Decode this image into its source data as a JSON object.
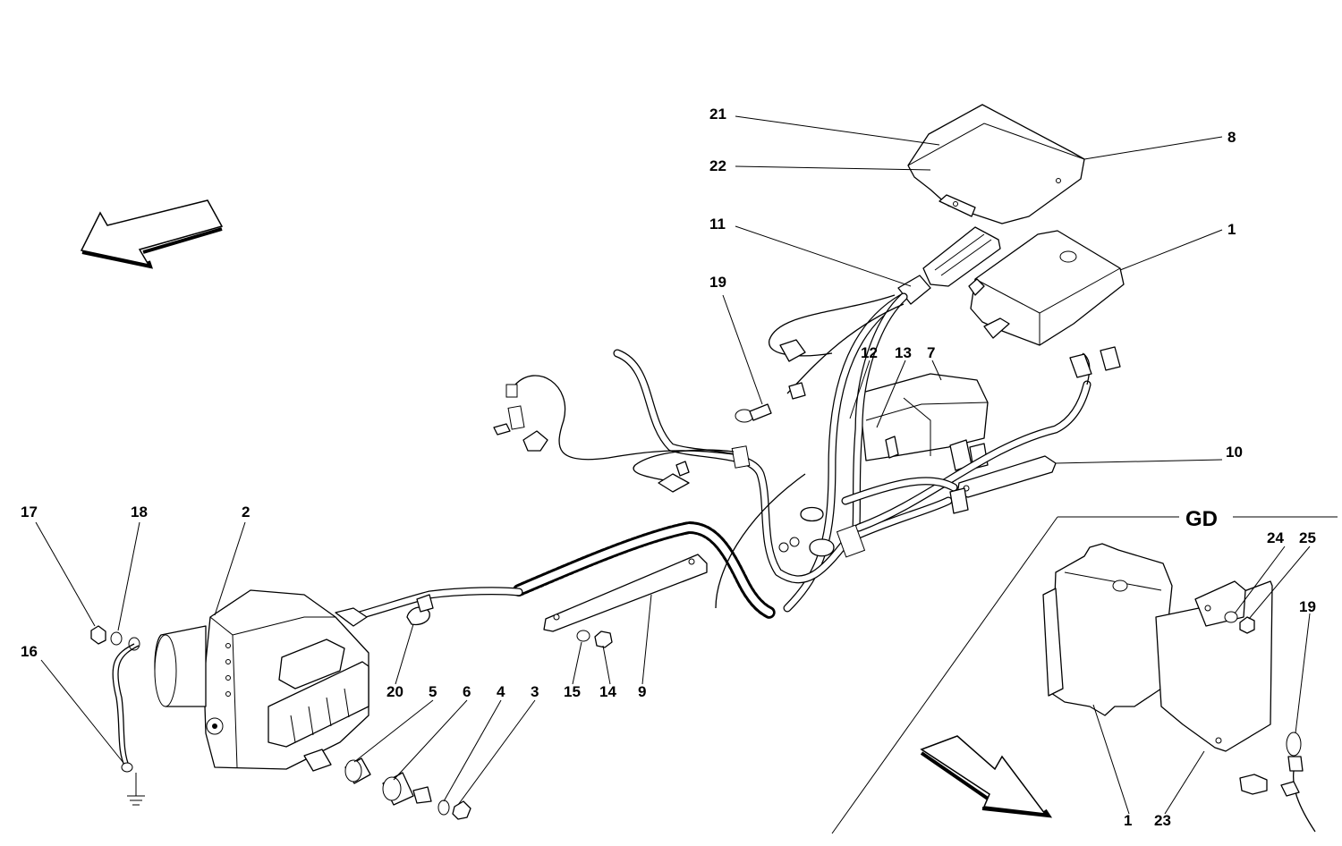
{
  "labels": {
    "n1a": "1",
    "n1b": "1",
    "n2": "2",
    "n3": "3",
    "n4": "4",
    "n5": "5",
    "n6": "6",
    "n7": "7",
    "n8": "8",
    "n9": "9",
    "n10": "10",
    "n11": "11",
    "n12": "12",
    "n13": "13",
    "n14": "14",
    "n15": "15",
    "n16": "16",
    "n17": "17",
    "n18": "18",
    "n19a": "19",
    "n19b": "19",
    "n20": "20",
    "n21": "21",
    "n22": "22",
    "n23": "23",
    "n24": "24",
    "n25": "25"
  },
  "variant_label": "GD"
}
